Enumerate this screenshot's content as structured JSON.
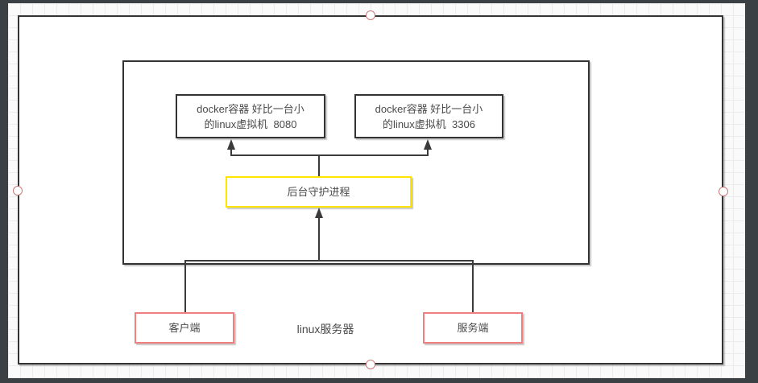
{
  "nodes": {
    "docker_left": "docker容器 好比一台小\n的linux虚拟机  8080",
    "docker_right": "docker容器 好比一台小\n的linux虚拟机  3306",
    "daemon": "后台守护进程",
    "client": "客户端",
    "server": "服务端",
    "host_label": "linux服务器"
  },
  "colors": {
    "frame": "#3b4045",
    "canvas_bg": "#fafafa",
    "grid_line": "#ececec",
    "shape_border": "#333333",
    "shape_fill": "#ffffff",
    "daemon_border": "#ffe500",
    "endpoint_border": "#f08080",
    "connector": "#3b3b3b",
    "handle_ring": "#c97a7a",
    "text": "#4a4a4a"
  }
}
